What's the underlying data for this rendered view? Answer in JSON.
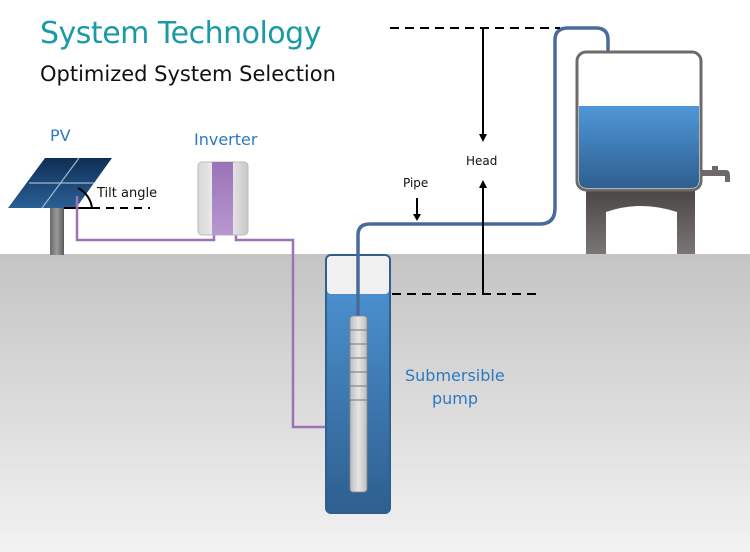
{
  "header": {
    "title": "System Technology",
    "subtitle": "Optimized System Selection"
  },
  "labels": {
    "pv": "PV",
    "inverter": "Inverter",
    "tilt_angle": "Tilt angle",
    "pipe": "Pipe",
    "head": "Head",
    "pump_line1": "Submersible",
    "pump_line2": "pump"
  },
  "colors": {
    "title": "#1a9aa6",
    "label": "#2e79c0",
    "pipe": "#4a6a9c",
    "cable": "#9a72b8",
    "water_top": "#4f97d8",
    "water_bottom": "#2e5f8f",
    "ground": "#c8c8c8",
    "panel": "#1e4a7a"
  }
}
